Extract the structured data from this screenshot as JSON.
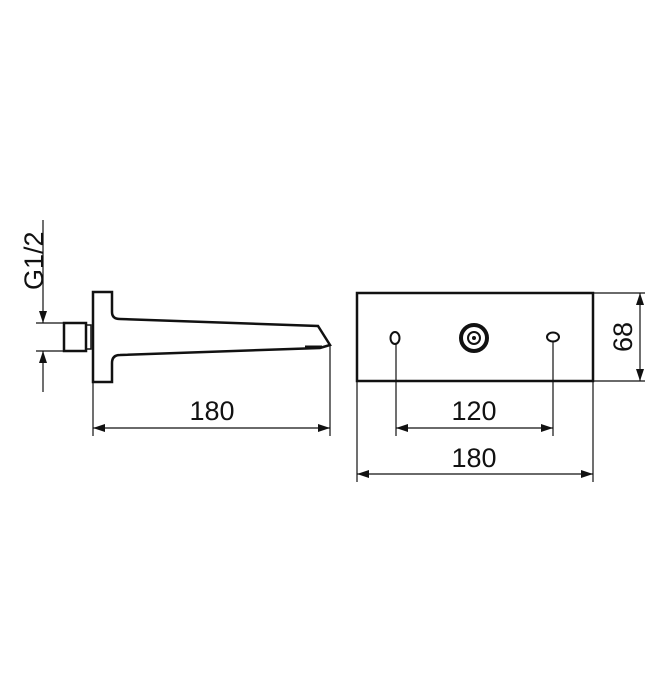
{
  "title": "Wall-mounted bath spout technical drawing",
  "colors": {
    "line": "#111111",
    "background": "#ffffff"
  },
  "side_view": {
    "thread_label": "G1/2",
    "length_label": "180"
  },
  "front_view": {
    "height_label": "68",
    "hole_spacing_label": "120",
    "width_label": "180"
  }
}
